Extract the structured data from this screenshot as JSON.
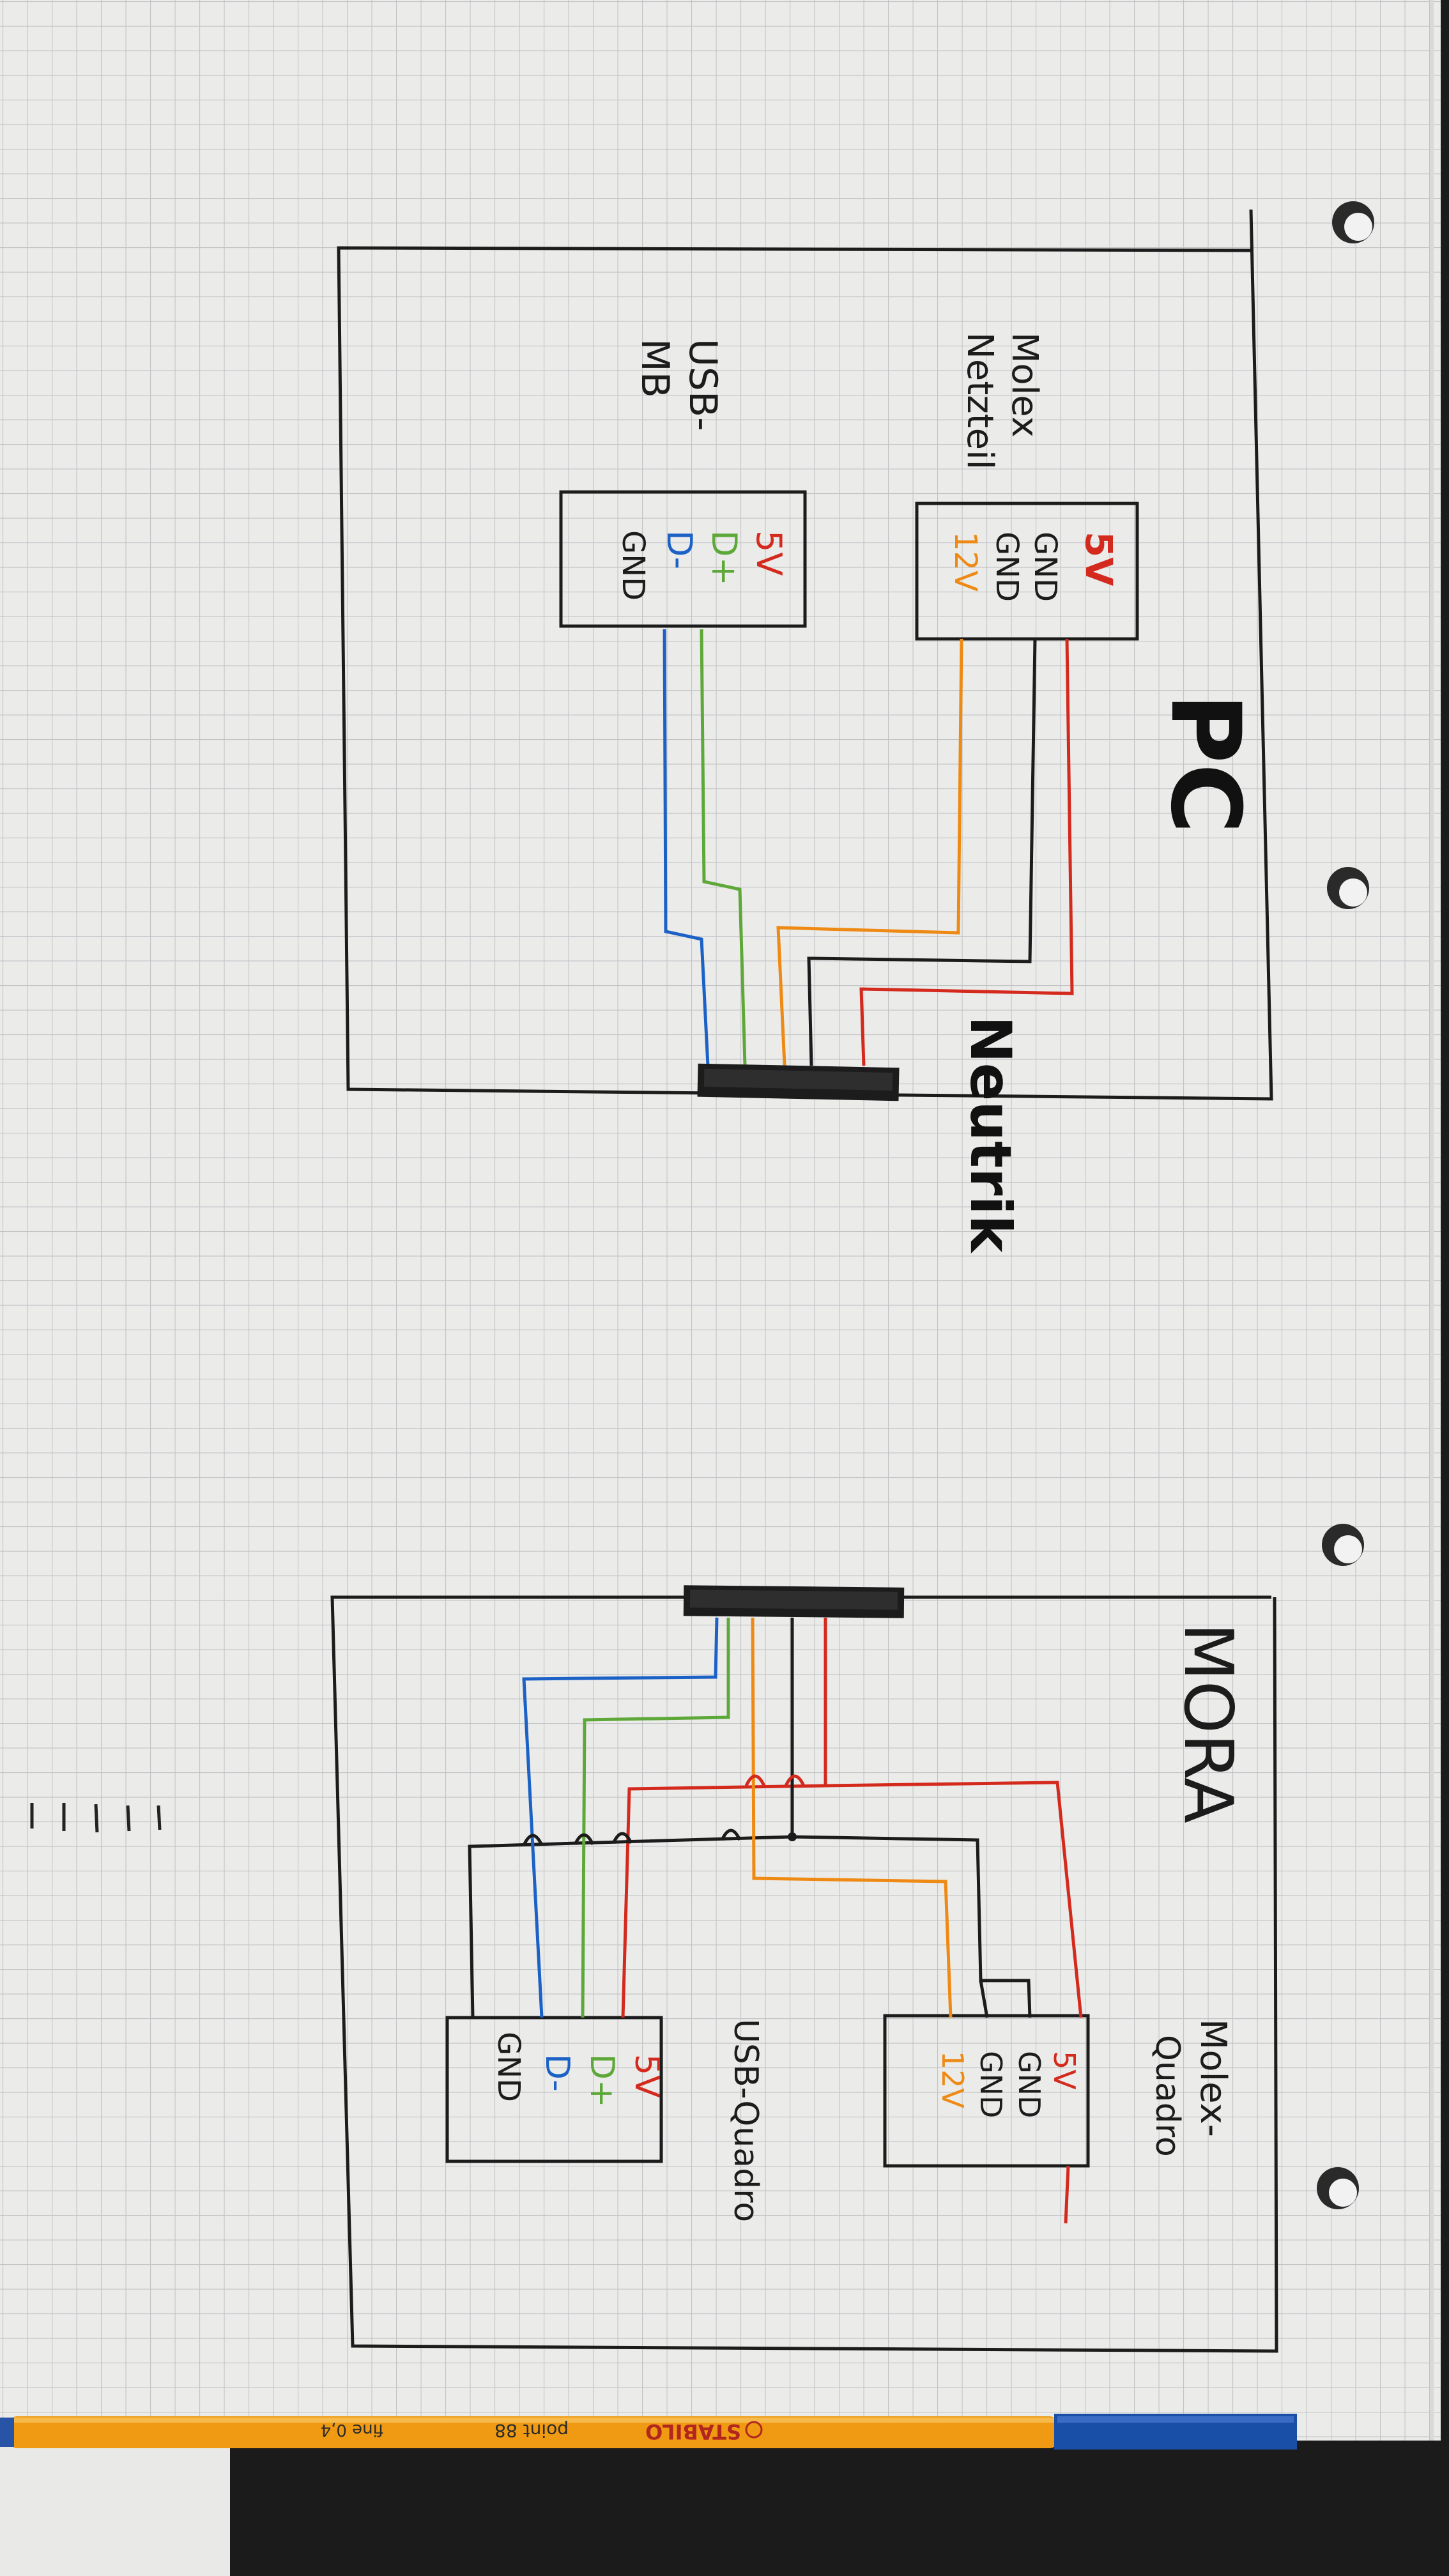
{
  "pc": {
    "title": "PC",
    "molex_label_line1": "Molex",
    "molex_label_line2": "Netzteil",
    "molex_pins": [
      "5V",
      "GND",
      "GND",
      "12V"
    ],
    "usb_label_line1": "USB-",
    "usb_label_line2": "MB",
    "usb_pins": [
      "5V",
      "D+",
      "D-",
      "GND"
    ],
    "connector_label": "Neutrik"
  },
  "mora": {
    "title": "MORA",
    "molex_label_line1": "Molex-",
    "molex_label_line2": "Quadro",
    "molex_pins": [
      "5V",
      "GND",
      "GND",
      "12V"
    ],
    "usb_label": "USB-Quadro",
    "usb_pins": [
      "5V",
      "D+",
      "D-",
      "GND"
    ]
  },
  "pen": {
    "brand": "STABILO",
    "model": "point 88",
    "tip": "fine 0,4"
  },
  "colors": {
    "red": "#d42a1e",
    "black": "#1c1c1c",
    "orange": "#ee8a14",
    "green": "#5ea83a",
    "blue": "#1c62c6",
    "paper": "#ebebea",
    "grid": "#c2c3c5",
    "pen_body": "#ef9a12"
  }
}
